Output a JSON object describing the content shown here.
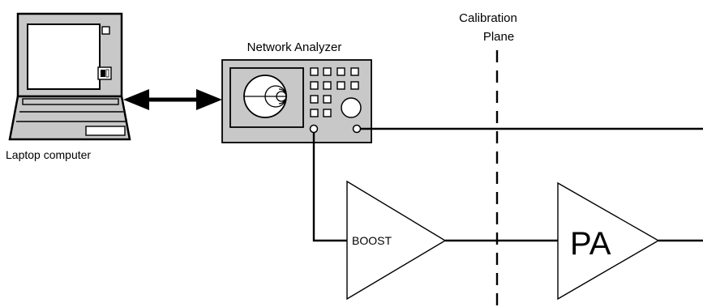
{
  "laptop": {
    "label": "Laptop computer"
  },
  "network_analyzer": {
    "label": "Network Analyzer"
  },
  "calibration_plane": {
    "label_line1": "Calibration",
    "label_line2": "Plane"
  },
  "boost_amplifier": {
    "label": "BOOST"
  },
  "power_amplifier": {
    "label": "PA"
  }
}
